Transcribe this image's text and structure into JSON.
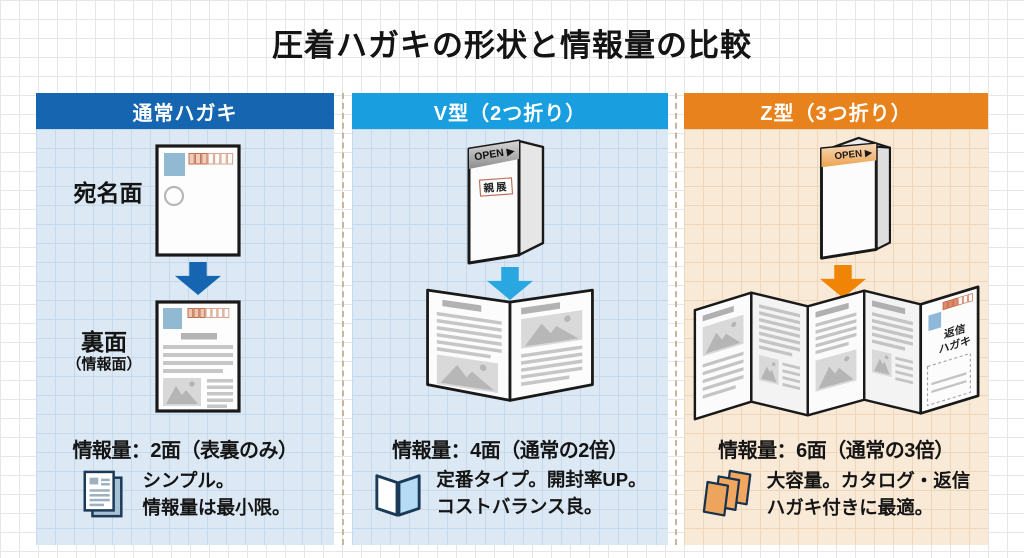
{
  "title": "圧着ハガキの形状と情報量の比較",
  "palette": {
    "normal_blue": "#1565b0",
    "v_light_blue": "#199fe0",
    "z_orange": "#e8821c",
    "column_bg_blue": "#dce9f4",
    "column_bg_orange": "#f9e9d7"
  },
  "columns": {
    "normal": {
      "header": "通常ハガキ",
      "front_label": "宛名面",
      "back_label": "裏面",
      "back_sublabel": "（情報面）",
      "info": "情報量：2面（表裏のみ）",
      "desc_line1": "シンプル。",
      "desc_line2": "情報量は最小限。",
      "icon": "document-pages-icon"
    },
    "v_fold": {
      "header": "V型（2つ折り）",
      "open_tab": "OPEN ▶",
      "sealed_label": "親展",
      "info": "情報量：4面（通常の2倍）",
      "desc_line1": "定番タイプ。開封率UP。",
      "desc_line2": "コストバランス良。",
      "icon": "open-book-icon"
    },
    "z_fold": {
      "header": "Z型（3つ折り）",
      "open_tab": "OPEN ▶",
      "reply_line1": "返信",
      "reply_line2": "ハガキ",
      "info": "情報量：6面（通常の3倍）",
      "desc_line1": "大容量。カタログ・返信",
      "desc_line2": "ハガキ付きに最適。",
      "icon": "stacked-sheets-icon"
    }
  }
}
